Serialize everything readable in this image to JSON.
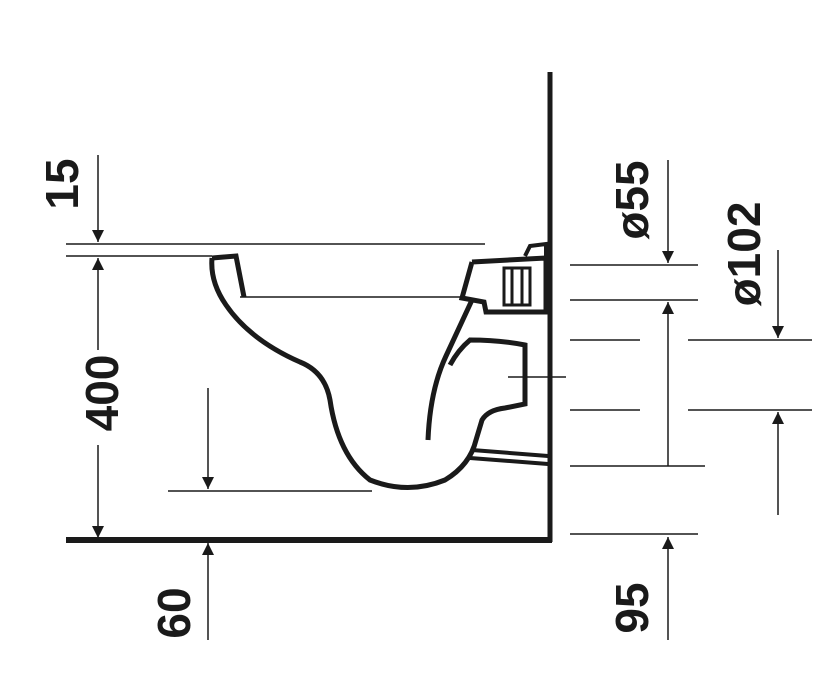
{
  "dimensions": {
    "top_gap": "15",
    "height": "400",
    "floor_offset": "60",
    "inlet_diameter": "ø55",
    "outlet_diameter": "ø102",
    "outlet_height": "95"
  },
  "colors": {
    "ink": "#1a1a1a",
    "background": "#ffffff"
  }
}
